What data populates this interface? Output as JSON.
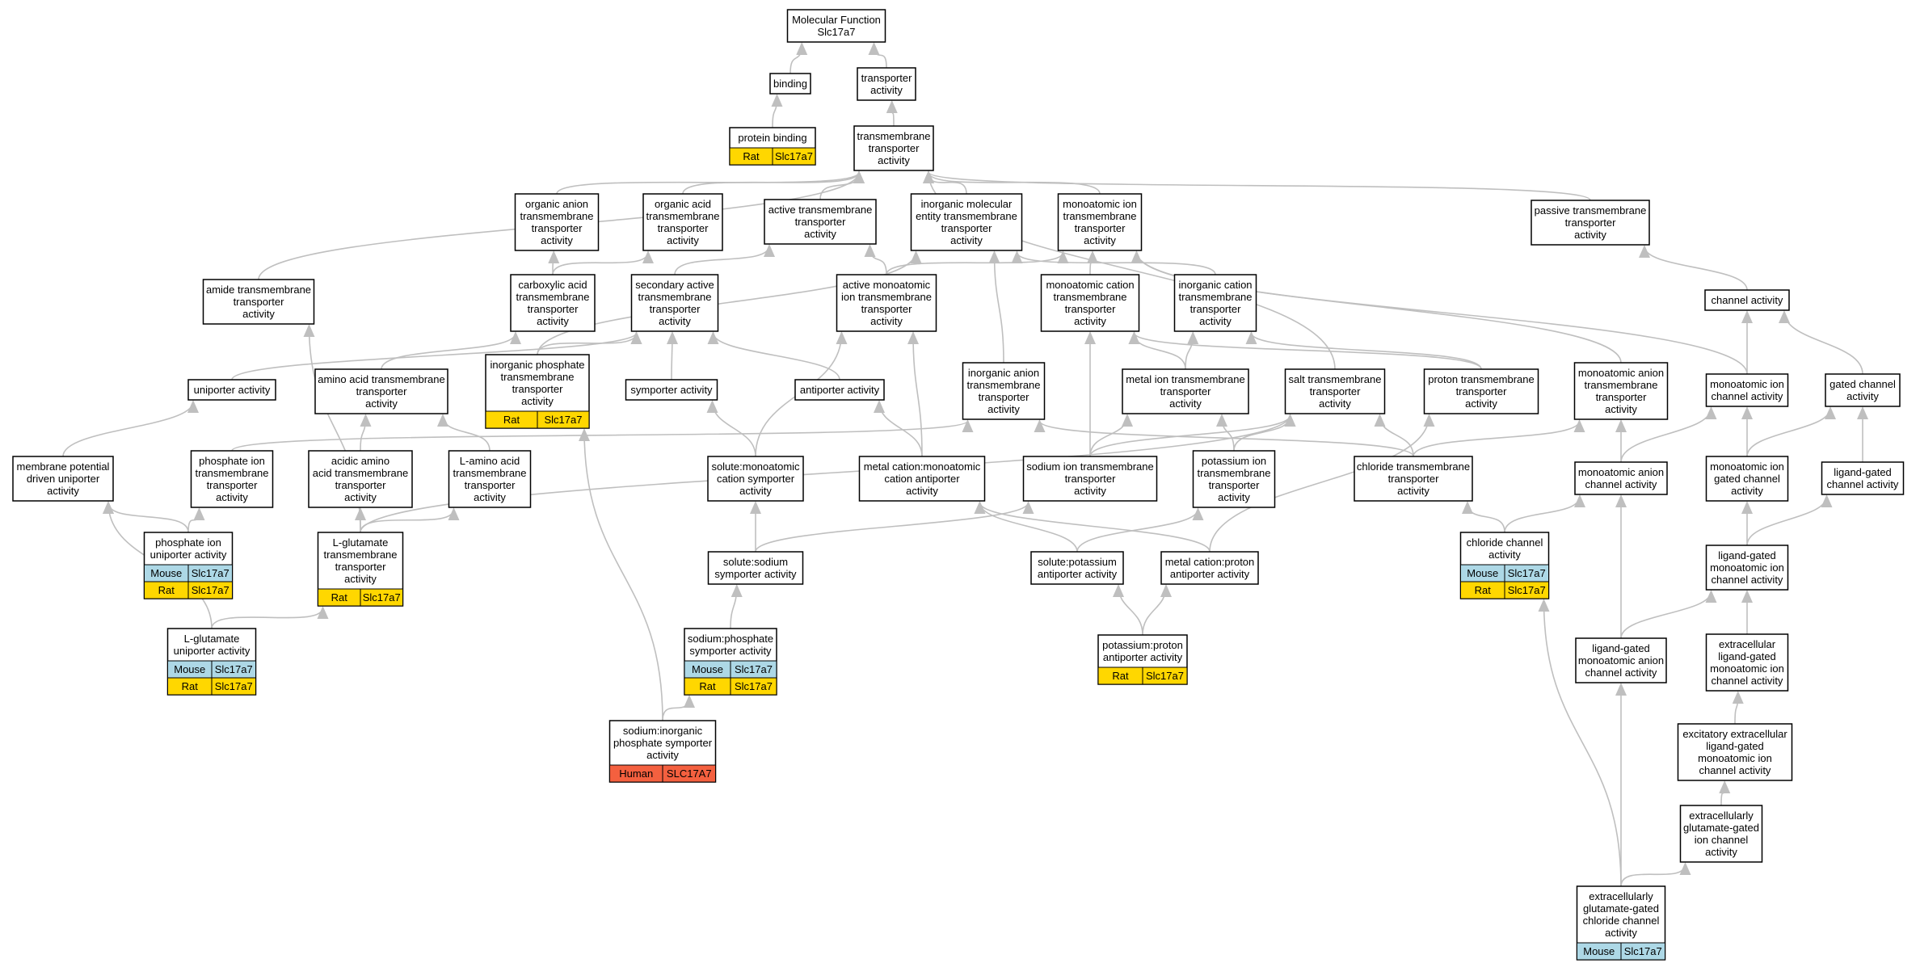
{
  "colors": {
    "edge": "#bfbfbf",
    "node_border": "#000000",
    "node_fill": "#ffffff",
    "text": "#000000",
    "Mouse": "#add8e6",
    "Rat": "#ffd700",
    "Human": "#f4603f"
  },
  "nodes": [
    {
      "id": "mf",
      "lines": [
        "Molecular Function",
        "Slc17a7"
      ],
      "species": []
    },
    {
      "id": "binding",
      "lines": [
        "binding"
      ],
      "species": []
    },
    {
      "id": "transporter",
      "lines": [
        "transporter",
        "activity"
      ],
      "species": []
    },
    {
      "id": "protbind",
      "lines": [
        "protein binding"
      ],
      "species": [
        {
          "label": "Rat",
          "gene": "Slc17a7"
        }
      ]
    },
    {
      "id": "tmta",
      "lines": [
        "transmembrane",
        "transporter",
        "activity"
      ],
      "species": []
    },
    {
      "id": "orgAnion",
      "lines": [
        "organic anion",
        "transmembrane",
        "transporter",
        "activity"
      ],
      "species": []
    },
    {
      "id": "orgAcid",
      "lines": [
        "organic acid",
        "transmembrane",
        "transporter",
        "activity"
      ],
      "species": []
    },
    {
      "id": "activeTm",
      "lines": [
        "active transmembrane",
        "transporter",
        "activity"
      ],
      "species": []
    },
    {
      "id": "inorgMol",
      "lines": [
        "inorganic molecular",
        "entity transmembrane",
        "transporter",
        "activity"
      ],
      "species": []
    },
    {
      "id": "monoIonTm",
      "lines": [
        "monoatomic ion",
        "transmembrane",
        "transporter",
        "activity"
      ],
      "species": []
    },
    {
      "id": "passive",
      "lines": [
        "passive transmembrane",
        "transporter",
        "activity"
      ],
      "species": []
    },
    {
      "id": "amide",
      "lines": [
        "amide transmembrane",
        "transporter",
        "activity"
      ],
      "species": []
    },
    {
      "id": "carboxylic",
      "lines": [
        "carboxylic acid",
        "transmembrane",
        "transporter",
        "activity"
      ],
      "species": []
    },
    {
      "id": "secActive",
      "lines": [
        "secondary active",
        "transmembrane",
        "transporter",
        "activity"
      ],
      "species": []
    },
    {
      "id": "activeMonoIon",
      "lines": [
        "active monoatomic",
        "ion transmembrane",
        "transporter",
        "activity"
      ],
      "species": []
    },
    {
      "id": "monoCation",
      "lines": [
        "monoatomic cation",
        "transmembrane",
        "transporter",
        "activity"
      ],
      "species": []
    },
    {
      "id": "inorgCation",
      "lines": [
        "inorganic cation",
        "transmembrane",
        "transporter",
        "activity"
      ],
      "species": []
    },
    {
      "id": "channel",
      "lines": [
        "channel activity"
      ],
      "species": []
    },
    {
      "id": "uniporter",
      "lines": [
        "uniporter activity"
      ],
      "species": []
    },
    {
      "id": "aminoAcid",
      "lines": [
        "amino acid transmembrane",
        "transporter",
        "activity"
      ],
      "species": []
    },
    {
      "id": "inorgPhos",
      "lines": [
        "inorganic phosphate",
        "transmembrane",
        "transporter",
        "activity"
      ],
      "species": [
        {
          "label": "Rat",
          "gene": "Slc17a7"
        }
      ]
    },
    {
      "id": "symporter",
      "lines": [
        "symporter activity"
      ],
      "species": []
    },
    {
      "id": "antiporter",
      "lines": [
        "antiporter activity"
      ],
      "species": []
    },
    {
      "id": "inorgAnion",
      "lines": [
        "inorganic anion",
        "transmembrane",
        "transporter",
        "activity"
      ],
      "species": []
    },
    {
      "id": "metalIon",
      "lines": [
        "metal ion transmembrane",
        "transporter",
        "activity"
      ],
      "species": []
    },
    {
      "id": "salt",
      "lines": [
        "salt transmembrane",
        "transporter",
        "activity"
      ],
      "species": []
    },
    {
      "id": "proton",
      "lines": [
        "proton transmembrane",
        "transporter",
        "activity"
      ],
      "species": []
    },
    {
      "id": "monoAnion",
      "lines": [
        "monoatomic anion",
        "transmembrane",
        "transporter",
        "activity"
      ],
      "species": []
    },
    {
      "id": "monoIonCh",
      "lines": [
        "monoatomic ion",
        "channel activity"
      ],
      "species": []
    },
    {
      "id": "gated",
      "lines": [
        "gated channel",
        "activity"
      ],
      "species": []
    },
    {
      "id": "memPot",
      "lines": [
        "membrane potential",
        "driven uniporter",
        "activity"
      ],
      "species": []
    },
    {
      "id": "phosIonTm",
      "lines": [
        "phosphate ion",
        "transmembrane",
        "transporter",
        "activity"
      ],
      "species": []
    },
    {
      "id": "acidicAA",
      "lines": [
        "acidic amino",
        "acid transmembrane",
        "transporter",
        "activity"
      ],
      "species": []
    },
    {
      "id": "lAA",
      "lines": [
        "L-amino acid",
        "transmembrane",
        "transporter",
        "activity"
      ],
      "species": []
    },
    {
      "id": "soluteMono",
      "lines": [
        "solute:monoatomic",
        "cation symporter",
        "activity"
      ],
      "species": []
    },
    {
      "id": "metalCatAnti",
      "lines": [
        "metal cation:monoatomic",
        "cation antiporter",
        "activity"
      ],
      "species": []
    },
    {
      "id": "sodiumIon",
      "lines": [
        "sodium ion transmembrane",
        "transporter",
        "activity"
      ],
      "species": []
    },
    {
      "id": "potassiumIon",
      "lines": [
        "potassium ion",
        "transmembrane",
        "transporter",
        "activity"
      ],
      "species": []
    },
    {
      "id": "chlorideTm",
      "lines": [
        "chloride transmembrane",
        "transporter",
        "activity"
      ],
      "species": []
    },
    {
      "id": "monoAnionCh",
      "lines": [
        "monoatomic anion",
        "channel activity"
      ],
      "species": []
    },
    {
      "id": "monoIonGated",
      "lines": [
        "monoatomic ion",
        "gated channel",
        "activity"
      ],
      "species": []
    },
    {
      "id": "ligGatedCh",
      "lines": [
        "ligand-gated",
        "channel activity"
      ],
      "species": []
    },
    {
      "id": "phosUni",
      "lines": [
        "phosphate ion",
        "uniporter activity"
      ],
      "species": [
        {
          "label": "Mouse",
          "gene": "Slc17a7"
        },
        {
          "label": "Rat",
          "gene": "Slc17a7"
        }
      ]
    },
    {
      "id": "lGlu",
      "lines": [
        "L-glutamate",
        "transmembrane",
        "transporter",
        "activity"
      ],
      "species": [
        {
          "label": "Rat",
          "gene": "Slc17a7"
        }
      ]
    },
    {
      "id": "soluteSodium",
      "lines": [
        "solute:sodium",
        "symporter activity"
      ],
      "species": []
    },
    {
      "id": "solutePotassium",
      "lines": [
        "solute:potassium",
        "antiporter activity"
      ],
      "species": []
    },
    {
      "id": "metalCatProton",
      "lines": [
        "metal cation:proton",
        "antiporter activity"
      ],
      "species": []
    },
    {
      "id": "chlorideCh",
      "lines": [
        "chloride channel",
        "activity"
      ],
      "species": [
        {
          "label": "Mouse",
          "gene": "Slc17a7"
        },
        {
          "label": "Rat",
          "gene": "Slc17a7"
        }
      ]
    },
    {
      "id": "ligGatedMonoIon",
      "lines": [
        "ligand-gated",
        "monoatomic ion",
        "channel activity"
      ],
      "species": []
    },
    {
      "id": "lGluUni",
      "lines": [
        "L-glutamate",
        "uniporter activity"
      ],
      "species": [
        {
          "label": "Mouse",
          "gene": "Slc17a7"
        },
        {
          "label": "Rat",
          "gene": "Slc17a7"
        }
      ]
    },
    {
      "id": "sodPhos",
      "lines": [
        "sodium:phosphate",
        "symporter activity"
      ],
      "species": [
        {
          "label": "Mouse",
          "gene": "Slc17a7"
        },
        {
          "label": "Rat",
          "gene": "Slc17a7"
        }
      ]
    },
    {
      "id": "potProton",
      "lines": [
        "potassium:proton",
        "antiporter activity"
      ],
      "species": [
        {
          "label": "Rat",
          "gene": "Slc17a7"
        }
      ]
    },
    {
      "id": "ligGatedMonoAnion",
      "lines": [
        "ligand-gated",
        "monoatomic anion",
        "channel activity"
      ],
      "species": []
    },
    {
      "id": "extraLig",
      "lines": [
        "extracellular",
        "ligand-gated",
        "monoatomic ion",
        "channel activity"
      ],
      "species": []
    },
    {
      "id": "sodInorgPhos",
      "lines": [
        "sodium:inorganic",
        "phosphate symporter",
        "activity"
      ],
      "species": [
        {
          "label": "Human",
          "gene": "SLC17A7"
        }
      ]
    },
    {
      "id": "excitatory",
      "lines": [
        "excitatory extracellular",
        "ligand-gated",
        "monoatomic ion",
        "channel activity"
      ],
      "species": []
    },
    {
      "id": "extraGlu",
      "lines": [
        "extracellularly",
        "glutamate-gated",
        "ion channel",
        "activity"
      ],
      "species": []
    },
    {
      "id": "extraGluCl",
      "lines": [
        "extracellularly",
        "glutamate-gated",
        "chloride channel",
        "activity"
      ],
      "species": [
        {
          "label": "Mouse",
          "gene": "Slc17a7"
        }
      ]
    }
  ],
  "edges": [
    [
      "binding",
      "mf"
    ],
    [
      "transporter",
      "mf"
    ],
    [
      "protbind",
      "binding"
    ],
    [
      "tmta",
      "transporter"
    ],
    [
      "orgAnion",
      "tmta"
    ],
    [
      "orgAcid",
      "tmta"
    ],
    [
      "activeTm",
      "tmta"
    ],
    [
      "inorgMol",
      "tmta"
    ],
    [
      "monoIonTm",
      "tmta"
    ],
    [
      "passive",
      "tmta"
    ],
    [
      "amide",
      "tmta"
    ],
    [
      "salt",
      "tmta"
    ],
    [
      "carboxylic",
      "orgAnion"
    ],
    [
      "carboxylic",
      "orgAcid"
    ],
    [
      "secActive",
      "activeTm"
    ],
    [
      "activeMonoIon",
      "activeTm"
    ],
    [
      "activeMonoIon",
      "monoIonTm"
    ],
    [
      "monoCation",
      "monoIonTm"
    ],
    [
      "inorgCation",
      "inorgMol"
    ],
    [
      "channel",
      "passive"
    ],
    [
      "uniporter",
      "secActive"
    ],
    [
      "aminoAcid",
      "carboxylic"
    ],
    [
      "inorgPhos",
      "secActive"
    ],
    [
      "symporter",
      "secActive"
    ],
    [
      "antiporter",
      "secActive"
    ],
    [
      "inorgAnion",
      "inorgMol"
    ],
    [
      "metalIon",
      "monoCation"
    ],
    [
      "metalIon",
      "inorgCation"
    ],
    [
      "proton",
      "monoCation"
    ],
    [
      "proton",
      "inorgCation"
    ],
    [
      "monoAnion",
      "monoIonTm"
    ],
    [
      "monoIonCh",
      "channel"
    ],
    [
      "monoIonCh",
      "monoIonTm"
    ],
    [
      "gated",
      "channel"
    ],
    [
      "memPot",
      "uniporter"
    ],
    [
      "phosIonTm",
      "inorgAnion"
    ],
    [
      "acidicAA",
      "aminoAcid"
    ],
    [
      "lAA",
      "aminoAcid"
    ],
    [
      "soluteMono",
      "symporter"
    ],
    [
      "soluteMono",
      "activeMonoIon"
    ],
    [
      "metalCatAnti",
      "antiporter"
    ],
    [
      "metalCatAnti",
      "activeMonoIon"
    ],
    [
      "sodiumIon",
      "metalIon"
    ],
    [
      "sodiumIon",
      "salt"
    ],
    [
      "sodiumIon",
      "monoCation"
    ],
    [
      "potassiumIon",
      "metalIon"
    ],
    [
      "potassiumIon",
      "salt"
    ],
    [
      "chlorideTm",
      "salt"
    ],
    [
      "chlorideTm",
      "inorgAnion"
    ],
    [
      "chlorideTm",
      "monoAnion"
    ],
    [
      "monoAnionCh",
      "monoAnion"
    ],
    [
      "monoAnionCh",
      "monoIonCh"
    ],
    [
      "monoIonGated",
      "monoIonCh"
    ],
    [
      "monoIonGated",
      "gated"
    ],
    [
      "ligGatedCh",
      "gated"
    ],
    [
      "phosUni",
      "memPot"
    ],
    [
      "phosUni",
      "phosIonTm"
    ],
    [
      "lGlu",
      "acidicAA"
    ],
    [
      "lGlu",
      "lAA"
    ],
    [
      "lGlu",
      "amide"
    ],
    [
      "lGlu",
      "salt"
    ],
    [
      "soluteSodium",
      "soluteMono"
    ],
    [
      "soluteSodium",
      "sodiumIon"
    ],
    [
      "solutePotassium",
      "metalCatAnti"
    ],
    [
      "solutePotassium",
      "potassiumIon"
    ],
    [
      "metalCatProton",
      "metalCatAnti"
    ],
    [
      "metalCatProton",
      "proton"
    ],
    [
      "chlorideCh",
      "chlorideTm"
    ],
    [
      "chlorideCh",
      "monoAnionCh"
    ],
    [
      "ligGatedMonoIon",
      "monoIonGated"
    ],
    [
      "ligGatedMonoIon",
      "ligGatedCh"
    ],
    [
      "lGluUni",
      "memPot"
    ],
    [
      "lGluUni",
      "lGlu"
    ],
    [
      "sodPhos",
      "soluteSodium"
    ],
    [
      "sodInorgPhos",
      "sodPhos"
    ],
    [
      "sodInorgPhos",
      "inorgPhos"
    ],
    [
      "potProton",
      "solutePotassium"
    ],
    [
      "potProton",
      "metalCatProton"
    ],
    [
      "ligGatedMonoAnion",
      "ligGatedMonoIon"
    ],
    [
      "ligGatedMonoAnion",
      "monoAnionCh"
    ],
    [
      "extraLig",
      "ligGatedMonoIon"
    ],
    [
      "excitatory",
      "extraLig"
    ],
    [
      "extraGlu",
      "excitatory"
    ],
    [
      "extraGluCl",
      "extraGlu"
    ],
    [
      "extraGluCl",
      "ligGatedMonoAnion"
    ],
    [
      "extraGluCl",
      "chlorideCh"
    ],
    [
      "inorgPhos",
      "inorgMol"
    ]
  ]
}
